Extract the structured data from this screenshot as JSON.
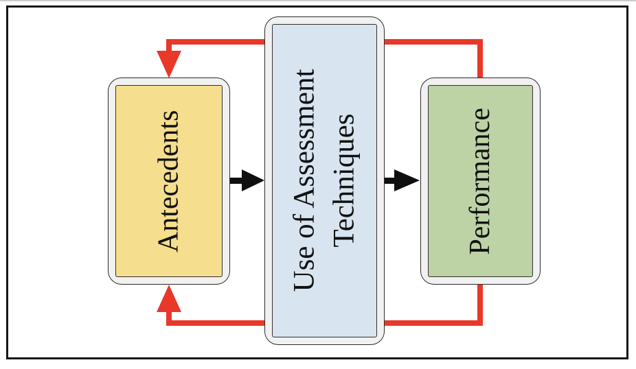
{
  "diagram": {
    "boxes": {
      "antecedents": {
        "label": "Antecedents",
        "fill": "#F5DE8D"
      },
      "assessment": {
        "label_line1": "Use of Assessment",
        "label_line2": "Techniques",
        "fill": "#D8E4F0"
      },
      "performance": {
        "label": "Performance",
        "fill": "#BDD2A5"
      }
    },
    "colors": {
      "feedback_arrow": "#E8382A",
      "flow_arrow": "#0F0F0F",
      "frame_fill": "#F1F1F1",
      "frame_border": "#2B2B2B",
      "outer_border": "#161616"
    }
  }
}
